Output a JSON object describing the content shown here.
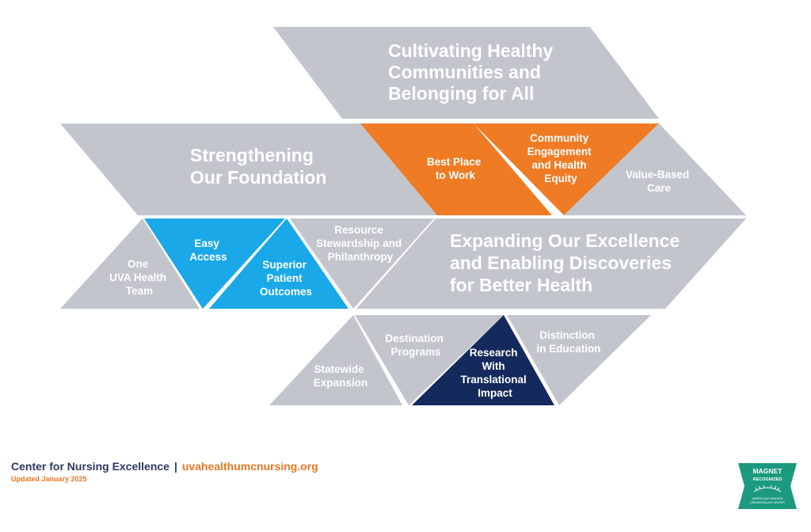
{
  "diagram": {
    "colors": {
      "gray": "#c3c5cc",
      "orange": "#ef7b24",
      "blue": "#1aa8e8",
      "navy": "#152a5c",
      "text": "#ffffff"
    },
    "headings": {
      "cultivating": [
        "Cultivating Healthy",
        "Communities and",
        "Belonging for All"
      ],
      "strengthening": [
        "Strengthening",
        "Our Foundation"
      ],
      "expanding": [
        "Expanding Our Excellence",
        "and Enabling Discoveries",
        "for Better Health"
      ]
    },
    "items": {
      "best_place": [
        "Best Place",
        "to Work"
      ],
      "community": [
        "Community",
        "Engagement",
        "and Health",
        "Equity"
      ],
      "value_based": [
        "Value-Based",
        "Care"
      ],
      "one_uva": [
        "One",
        "UVA Health",
        "Team"
      ],
      "easy_access": [
        "Easy",
        "Access"
      ],
      "superior": [
        "Superior",
        "Patient",
        "Outcomes"
      ],
      "resource": [
        "Resource",
        "Stewardship and",
        "Philanthropy"
      ],
      "statewide": [
        "Statewide",
        "Expansion"
      ],
      "destination": [
        "Destination",
        "Programs"
      ],
      "research": [
        "Research",
        "With",
        "Translational",
        "Impact"
      ],
      "distinction": [
        "Distinction",
        "in Education"
      ]
    }
  },
  "footer": {
    "title": "Center for Nursing Excellence",
    "separator": "|",
    "url": "uvahealthumcnursing.org",
    "updated": "Updated January 2025"
  },
  "badge": {
    "line1": "MAGNET",
    "line2": "RECOGNIZED",
    "org": "AMERICAN NURSES",
    "org2": "CREDENTIALING CENTER",
    "colors": {
      "bg": "#1b9a7f",
      "text": "#ffffff"
    }
  }
}
